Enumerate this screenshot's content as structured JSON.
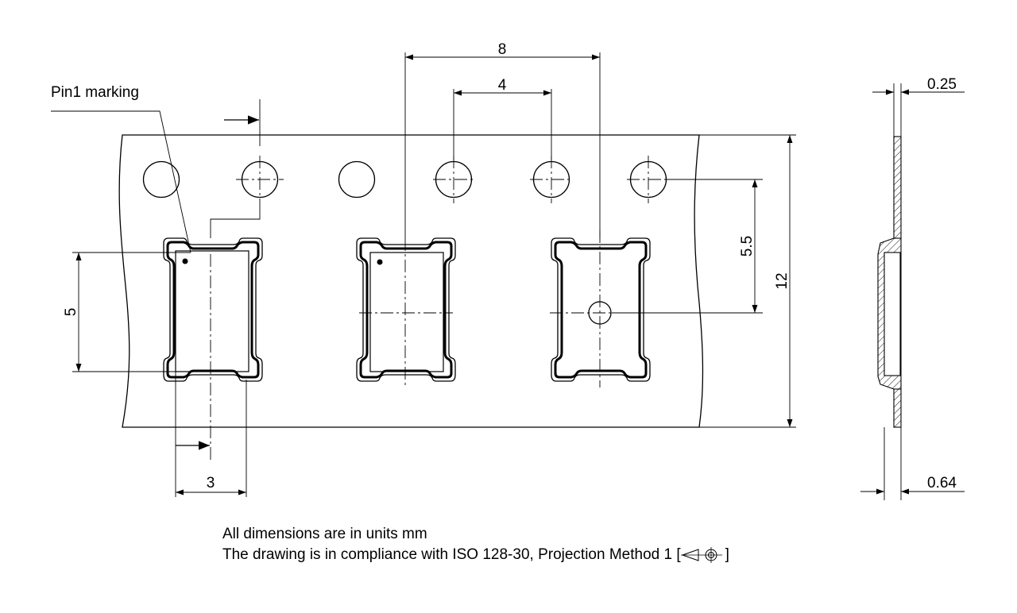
{
  "labels": {
    "pin1": "Pin1 marking",
    "dim_pitch": "8",
    "dim_hole_pitch": "4",
    "dim_5_5": "5.5",
    "dim_width": "12",
    "dim_pocket": "5",
    "dim_3": "3",
    "dim_thickness": "0.25",
    "dim_depth": "0.64"
  },
  "notes": {
    "line1": "All dimensions are in units mm",
    "line2_prefix": "The drawing is in compliance with ISO 128-30, Projection Method 1 [",
    "line2_suffix": "]"
  }
}
